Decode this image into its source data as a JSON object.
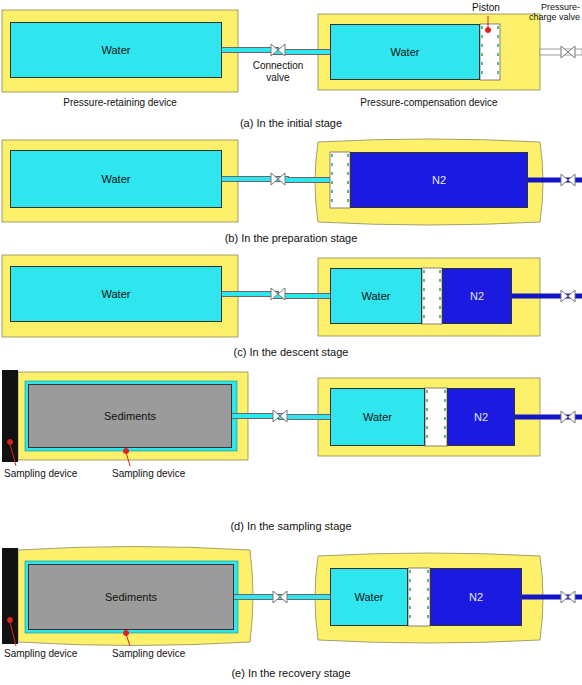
{
  "diagram": {
    "nodes": [
      {
        "text": [
          "Water"
        ]
      },
      {
        "text": [
          "Water"
        ]
      },
      {
        "text": [
          "Water"
        ]
      },
      {
        "text": [
          "N2"
        ]
      },
      {
        "text": [
          "Water"
        ]
      },
      {
        "text": [
          "Water"
        ]
      },
      {
        "text": [
          "N2"
        ]
      },
      {
        "text": [
          "Sediments"
        ]
      },
      {
        "text": [
          "Water"
        ]
      },
      {
        "text": [
          "N2"
        ]
      },
      {
        "text": [
          "Sediments"
        ]
      },
      {
        "text": [
          "Water"
        ]
      },
      {
        "text": [
          "N2"
        ]
      }
    ],
    "edges": [
      {
        "from": 0,
        "to": 1,
        "arrow": "none"
      },
      {
        "from": 2,
        "to": 3,
        "arrow": "none"
      },
      {
        "from": 4,
        "to": 5,
        "arrow": "none"
      },
      {
        "from": 7,
        "to": 8,
        "arrow": "none"
      },
      {
        "from": 10,
        "to": 11,
        "arrow": "none"
      }
    ],
    "labels": [
      "Piston",
      "Pressure-charge valve",
      "Connection valve",
      "Pressure-retaining device",
      "Pressure-compensation device",
      "(a) In the initial stage",
      "(b) In the preparation stage",
      "(c) In the descent stage",
      "Sampling device",
      "Sampling device",
      "(d) In the sampling stage",
      "Sampling device",
      "Sampling device",
      "(e) In the recovery stage"
    ]
  }
}
